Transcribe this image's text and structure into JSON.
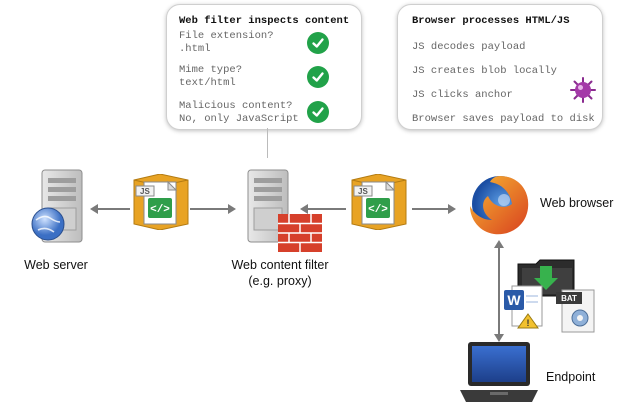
{
  "filter_box": {
    "title": "Web filter inspects content",
    "checks": [
      {
        "question": "File extension?",
        "answer": ".html"
      },
      {
        "question": "Mime type?",
        "answer": "text/html"
      },
      {
        "question": "Malicious content?",
        "answer": "No, only JavaScript"
      }
    ]
  },
  "browser_box": {
    "title": "Browser processes HTML/JS",
    "steps": [
      "JS decodes payload",
      "JS creates blob locally",
      "JS clicks anchor",
      "Browser saves payload to disk"
    ]
  },
  "nodes": {
    "web_server": "Web server",
    "filter_line1": "Web content filter",
    "filter_line2": "(e.g. proxy)",
    "browser": "Web browser",
    "endpoint": "Endpoint"
  },
  "file_badges": {
    "js": "JS",
    "code": "</>",
    "bat": "BAT"
  },
  "colors": {
    "check_green": "#21a249",
    "firewall_red": "#d6402b",
    "connector_gray": "#7a7a7a",
    "package_orange": "#e8a324"
  }
}
